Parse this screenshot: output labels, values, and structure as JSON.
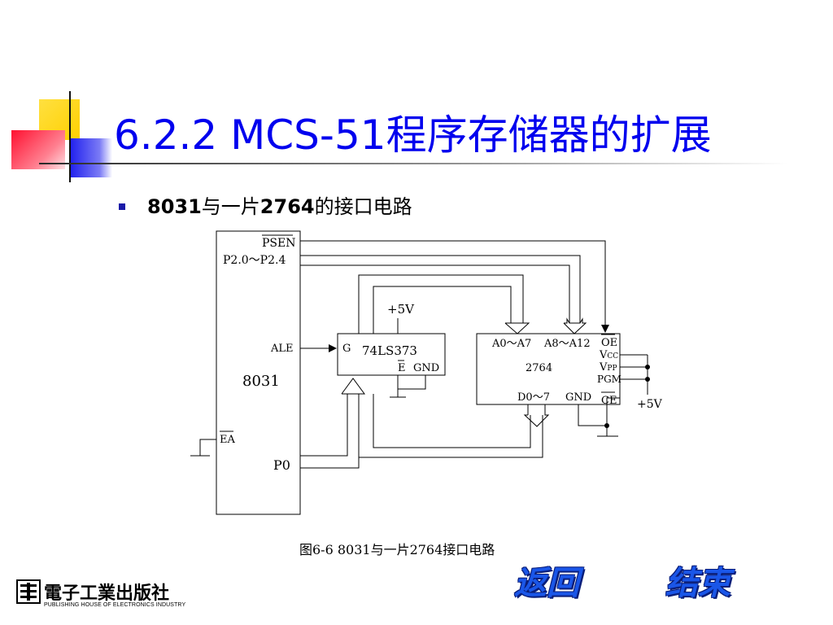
{
  "title": "6.2.2  MCS-51程序存储器的扩展",
  "bullet": {
    "bold_a": "8031",
    "mid_a": "与一片",
    "bold_b": "2764",
    "mid_b": "的接口电路"
  },
  "diagram": {
    "mcu": {
      "psen": "PSEN",
      "p2": "P2.0～P2.4",
      "ale": "ALE",
      "name": "8031",
      "ea": "EA",
      "p0": "P0"
    },
    "supply_top": "+5V",
    "supply_right": "+5V",
    "latch": {
      "g": "G",
      "name": "74LS373",
      "e": "E",
      "gnd": "GND"
    },
    "eprom": {
      "a0a7": "A0～A7",
      "a8a12": "A8～A12",
      "oe": "OE",
      "vcc_main": "V",
      "vcc_sub": "CC",
      "name": "2764",
      "vpp_main": "V",
      "vpp_sub": "PP",
      "pgm": "PGM",
      "d0d7": "D0～7",
      "gnd": "GND",
      "ce": "CE"
    }
  },
  "caption": "图6-6   8031与一片2764接口电路",
  "nav": {
    "back": "返回",
    "end": "结束"
  },
  "publisher": {
    "name_cn": "電子工業出版社",
    "name_en": "PUBLISHING HOUSE OF ELECTRONICS INDUSTRY"
  },
  "colors": {
    "title": "#0000ee",
    "bullet": "#1a1aa8",
    "nav": "#1a56e8",
    "deco_yellow": "#ffd200",
    "deco_red": "#ff2030",
    "deco_blue": "#2a2aee"
  },
  "icons": {
    "publisher_logo": "publisher-logo-icon"
  }
}
